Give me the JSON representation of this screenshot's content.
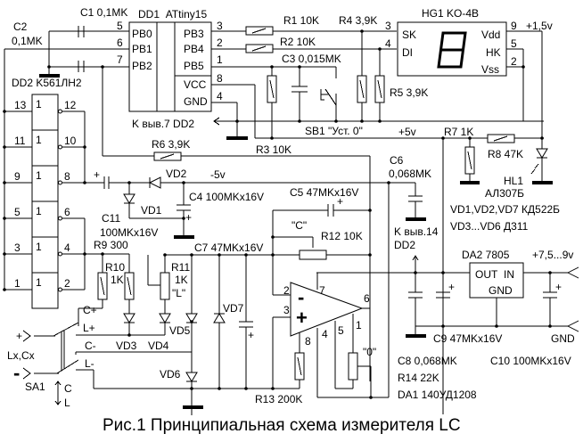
{
  "title": "Рис.1 Принципиальная схема измерителя LC",
  "dd1": {
    "ref": "DD1",
    "part": "ATtiny15",
    "left_pins": [
      {
        "num": "5",
        "name": "PB0"
      },
      {
        "num": "6",
        "name": "PB1"
      },
      {
        "num": "7",
        "name": "PB2"
      }
    ],
    "right_pins": [
      {
        "num": "3",
        "name": "PB3"
      },
      {
        "num": "2",
        "name": "PB4"
      },
      {
        "num": "1",
        "name": "PB5"
      },
      {
        "num": "8",
        "name": "VCC"
      },
      {
        "num": "4",
        "name": "GND"
      }
    ]
  },
  "dd2": {
    "label": "DD2 K561ЛН2",
    "gates": [
      {
        "in": "13",
        "out": "12"
      },
      {
        "in": "11",
        "out": "10"
      },
      {
        "in": "9",
        "out": "8"
      },
      {
        "in": "5",
        "out": "6"
      },
      {
        "in": "3",
        "out": "4"
      },
      {
        "in": "1",
        "out": "2"
      }
    ],
    "gate_symbol": "1",
    "pin7_note": "K выв.7 DD2",
    "pin14_note_1": "K выв.14",
    "pin14_note_2": "DD2"
  },
  "hg1": {
    "label": "HG1 KO-4B",
    "left_pins": [
      {
        "num": "3",
        "name": "SK"
      },
      {
        "num": "4",
        "name": "DI"
      }
    ],
    "right_pins": [
      {
        "num": "9",
        "name": "Vdd"
      },
      {
        "num": "5",
        "name": "HK"
      },
      {
        "num": "2",
        "name": "Vss"
      }
    ],
    "supply": "+1,5v"
  },
  "components": {
    "c1": "C1 0,1MK",
    "c2_ref": "C2",
    "c2_val": "0,1MK",
    "r1": "R1 10K",
    "r2": "R2 10K",
    "r3": "R3 10K",
    "r4": "R4 3,9K",
    "r5": "R5 3,9K",
    "c3": "C3 0,015MK",
    "sb1": "SB1 \"Уст. 0\"",
    "r6": "R6 3,9K",
    "r7": "R7 1K",
    "r8": "R8 47K",
    "hl1_ref": "HL1",
    "hl1_part": "АЛ307Б",
    "vd2": "VD2",
    "vd1": "VD1",
    "neg5": "-5v",
    "pos5": "+5v",
    "c4": "C4 100MKx16V",
    "c11_ref": "C11",
    "c11_val": "100MKx16V",
    "c5": "C5 47MKx16V",
    "c6_ref": "C6",
    "c6_val": "0,068MK",
    "c7": "C7 47MKx16V",
    "r9": "R9 300",
    "r10_ref": "R10",
    "r10_val": "1K",
    "r11_ref": "R11",
    "r11_val": "1K",
    "r11_mark": "\"L\"",
    "r12": "R12 10K",
    "r12_mark": "\"C\"",
    "vd3": "VD3",
    "vd4": "VD4",
    "vd5": "VD5",
    "vd6": "VD6",
    "vd7": "VD7",
    "r13": "R13 200K",
    "r14": "R14  22K",
    "zero_mark": "\"0\"",
    "da1": "DA1  140УД1208",
    "da2": "DA2  7805",
    "da2_out": "OUT",
    "da2_in": "IN",
    "da2_gnd": "GND",
    "supply_in": "+7,5...9v",
    "gnd": "GND",
    "c8": "C8 0,068MK",
    "c9": "C9  47MKx16V",
    "c10": "C10  100MKx16V",
    "diodes_1": "VD1,VD2,VD7  КД522Б",
    "diodes_2": "VD3...VD6  Д311",
    "opamp_pins": {
      "p2": "2",
      "p3": "3",
      "p7": "7",
      "p6": "6",
      "p8": "8",
      "p4": "4",
      "p5": "5",
      "p1": "1"
    },
    "opamp_minus": "-",
    "opamp_plus": "+"
  },
  "switch": {
    "ref": "SA1",
    "c_plus": "C+",
    "l_plus": "L+",
    "c_minus": "C-",
    "l_minus": "L-",
    "pos_c": "C",
    "pos_l": "L",
    "input": "Lx,Cx",
    "plus": "+",
    "minus": "-"
  },
  "cap_plus": "+"
}
